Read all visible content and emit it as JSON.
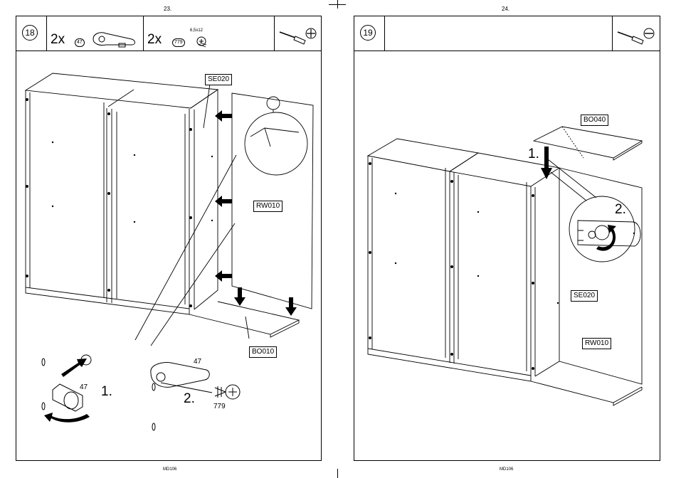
{
  "left_page": {
    "page_number": "23.",
    "step_number": "18",
    "parts": [
      {
        "quantity": "2x",
        "part_code": "47"
      },
      {
        "quantity": "2x",
        "part_code": "779",
        "size": "6,5x12"
      }
    ],
    "tool_icons": [
      "screwdriver-icon",
      "phillips-head-icon"
    ],
    "labels": {
      "back_panel_upper": "SE020",
      "back_panel": "RW010",
      "bottom_panel": "BO010"
    },
    "detail": {
      "step_1": "1.",
      "step_2": "2.",
      "part_47": "47",
      "part_779": "779"
    },
    "footer_code": "MD106"
  },
  "right_page": {
    "page_number": "24.",
    "step_number": "19",
    "tool_icons": [
      "screwdriver-icon",
      "flathead-icon"
    ],
    "labels": {
      "top_panel": "BO040",
      "side_panel": "SE020",
      "back_panel": "RW010"
    },
    "detail": {
      "step_1": "1.",
      "step_2": "2."
    },
    "footer_code": "MD106"
  }
}
